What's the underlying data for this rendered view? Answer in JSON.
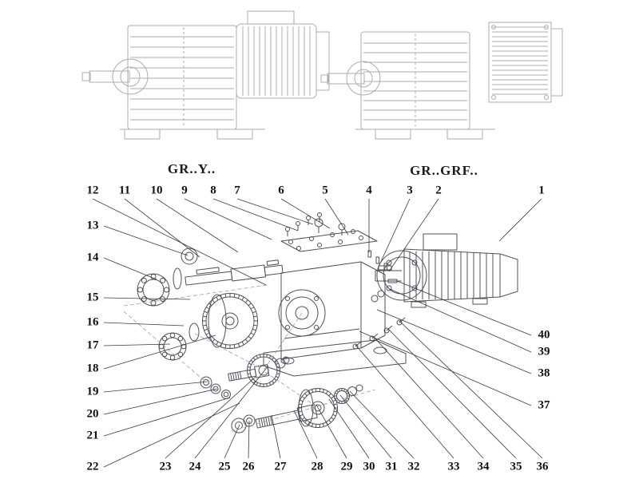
{
  "titles": {
    "left": "GR..Y..",
    "right": "GR..GRF.."
  },
  "callouts": {
    "top": [
      "12",
      "11",
      "10",
      "9",
      "8",
      "7",
      "6",
      "5",
      "4",
      "3",
      "2",
      "1"
    ],
    "left": [
      "13",
      "14",
      "15",
      "16",
      "17",
      "18",
      "19",
      "20",
      "21",
      "22"
    ],
    "bottom": [
      "23",
      "24",
      "25",
      "26",
      "27",
      "28",
      "29",
      "30",
      "31",
      "32",
      "33",
      "34",
      "35",
      "36"
    ],
    "right": [
      "40",
      "39",
      "38",
      "37"
    ]
  }
}
